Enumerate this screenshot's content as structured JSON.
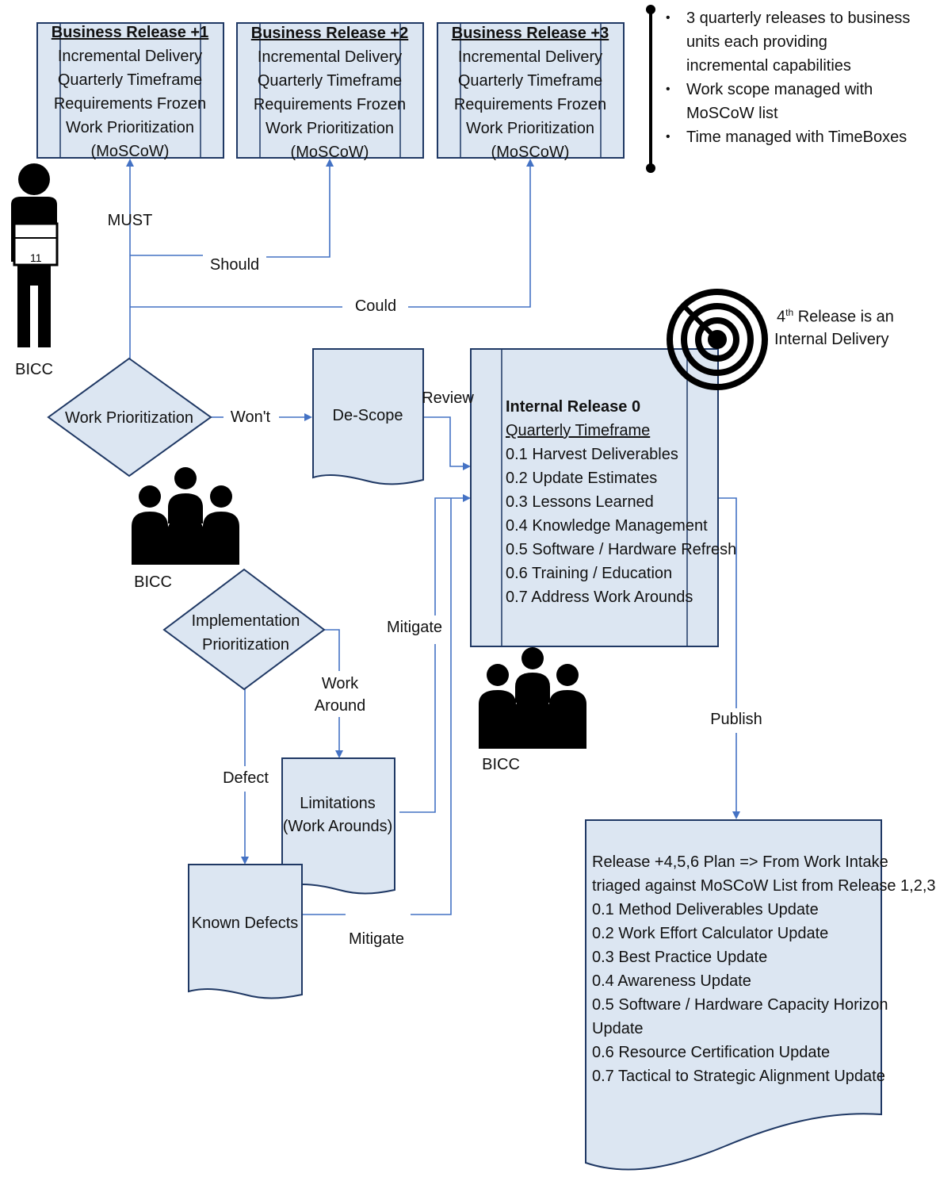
{
  "releases": [
    {
      "title": "Business Release +1",
      "lines": [
        "Incremental Delivery",
        "Quarterly Timeframe",
        "Requirements Frozen",
        "Work Prioritization",
        "(MoSCoW)"
      ]
    },
    {
      "title": "Business Release +2",
      "lines": [
        "Incremental Delivery",
        "Quarterly Timeframe",
        "Requirements Frozen",
        "Work Prioritization",
        "(MoSCoW)"
      ]
    },
    {
      "title": "Business Release +3",
      "lines": [
        "Incremental Delivery",
        "Quarterly Timeframe",
        "Requirements Frozen",
        "Work Prioritization",
        "(MoSCoW)"
      ]
    }
  ],
  "notes": {
    "bullets": [
      [
        "3 quarterly releases to business",
        "units each providing",
        "incremental capabilities"
      ],
      [
        "Work scope managed with",
        "MoSCoW list"
      ],
      [
        "Time managed with TimeBoxes"
      ]
    ]
  },
  "actors": {
    "person_label": "BICC",
    "group1_label": "BICC",
    "group2_label": "BICC"
  },
  "flow_labels": {
    "must": "MUST",
    "should": "Should",
    "could": "Could",
    "wont": "Won't",
    "review": "Review",
    "mitigate1": "Mitigate",
    "mitigate2": "Mitigate",
    "work_around": [
      "Work",
      "Around"
    ],
    "defect": "Defect",
    "publish": "Publish"
  },
  "decisions": {
    "work_prioritization": "Work Prioritization",
    "implementation_prioritization": [
      "Implementation",
      "Prioritization"
    ]
  },
  "documents": {
    "descope": "De-Scope",
    "limitations": [
      "Limitations",
      "(Work Arounds)"
    ],
    "known_defects": "Known Defects"
  },
  "target_note": {
    "line1_prefix": "4",
    "line1_sup": "th",
    "line1_rest": " Release is an",
    "line2": "Internal Delivery"
  },
  "internal_release": {
    "title": "Internal Release 0",
    "subtitle": "Quarterly Timeframe",
    "items": [
      "0.1 Harvest Deliverables",
      "0.2 Update Estimates",
      "0.3 Lessons Learned",
      "0.4 Knowledge Management",
      "0.5 Software / Hardware Refresh",
      "0.6 Training  / Education",
      "0.7 Address Work Arounds"
    ]
  },
  "work_intake": {
    "lines": [
      "Release +4,5,6 Plan => From Work Intake",
      "triaged against MoSCoW List from Release 1,2,3",
      "0.1 Method Deliverables Update",
      "0.2 Work Effort Calculator Update",
      "0.3 Best Practice Update",
      "0.4 Awareness Update",
      "0.5 Software / Hardware Capacity Horizon",
      "Update",
      "0.6 Resource Certification Update",
      "0.7 Tactical to Strategic Alignment Update"
    ]
  },
  "colors": {
    "box_fill": "#dce6f2",
    "box_stroke": "#1f3864",
    "arrow": "#4472c4",
    "icon": "#000000"
  }
}
